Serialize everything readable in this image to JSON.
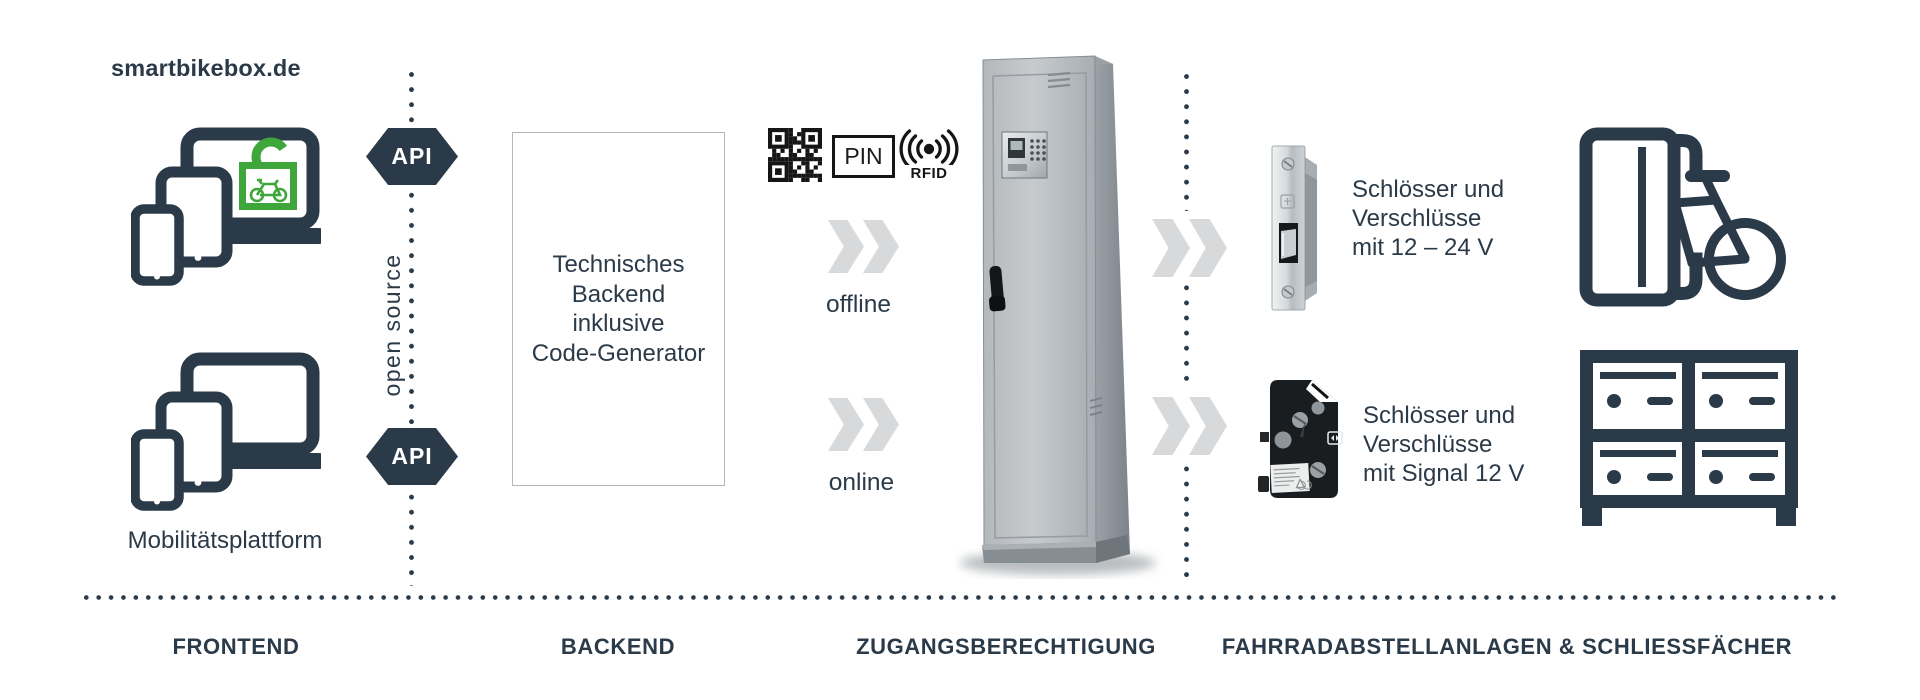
{
  "title": "smartbikebox.de",
  "frontend": {
    "section_label": "FRONTEND",
    "platform_label": "Mobilitätsplattform",
    "open_source": "open source",
    "api_top": "API",
    "api_bottom": "API"
  },
  "backend": {
    "section_label": "BACKEND",
    "box_lines": [
      "Technisches",
      "Backend",
      "inklusive",
      "Code-Generator"
    ]
  },
  "access": {
    "section_label": "ZUGANGSBERECHTIGUNG",
    "pin_label": "PIN",
    "rfid_label": "RFID",
    "offline_label": "offline",
    "online_label": "online"
  },
  "storage": {
    "section_label": "FAHRRADABSTELLANLAGEN & SCHLIESSFÄCHER",
    "lock1_lines": [
      "Schlösser und",
      "Verschlüsse",
      "mit 12 – 24 V"
    ],
    "lock2_lines": [
      "Schlösser und",
      "Verschlüsse",
      "mit Signal 12 V"
    ]
  },
  "colors": {
    "ink": "#2b3a48",
    "green": "#3ea63a",
    "chevron_gray": "#d8d9db",
    "black": "#151515",
    "box_border": "#b3b7ba"
  },
  "icons": {
    "devices_with_lock": "laptop-tablet-phone-with-green-bike-lock-icon",
    "devices": "laptop-tablet-phone-icon",
    "qr": "qr-code-icon",
    "rfid": "rfid-waves-icon",
    "chevrons": "double-chevron-right-icon",
    "cabinet": "access-control-cabinet-photo",
    "lock_plate": "electric-strike-lock-photo",
    "lock_black": "signal-lock-photo",
    "bike_box": "bike-box-with-bicycle-icon",
    "lockers": "locker-bank-icon"
  }
}
